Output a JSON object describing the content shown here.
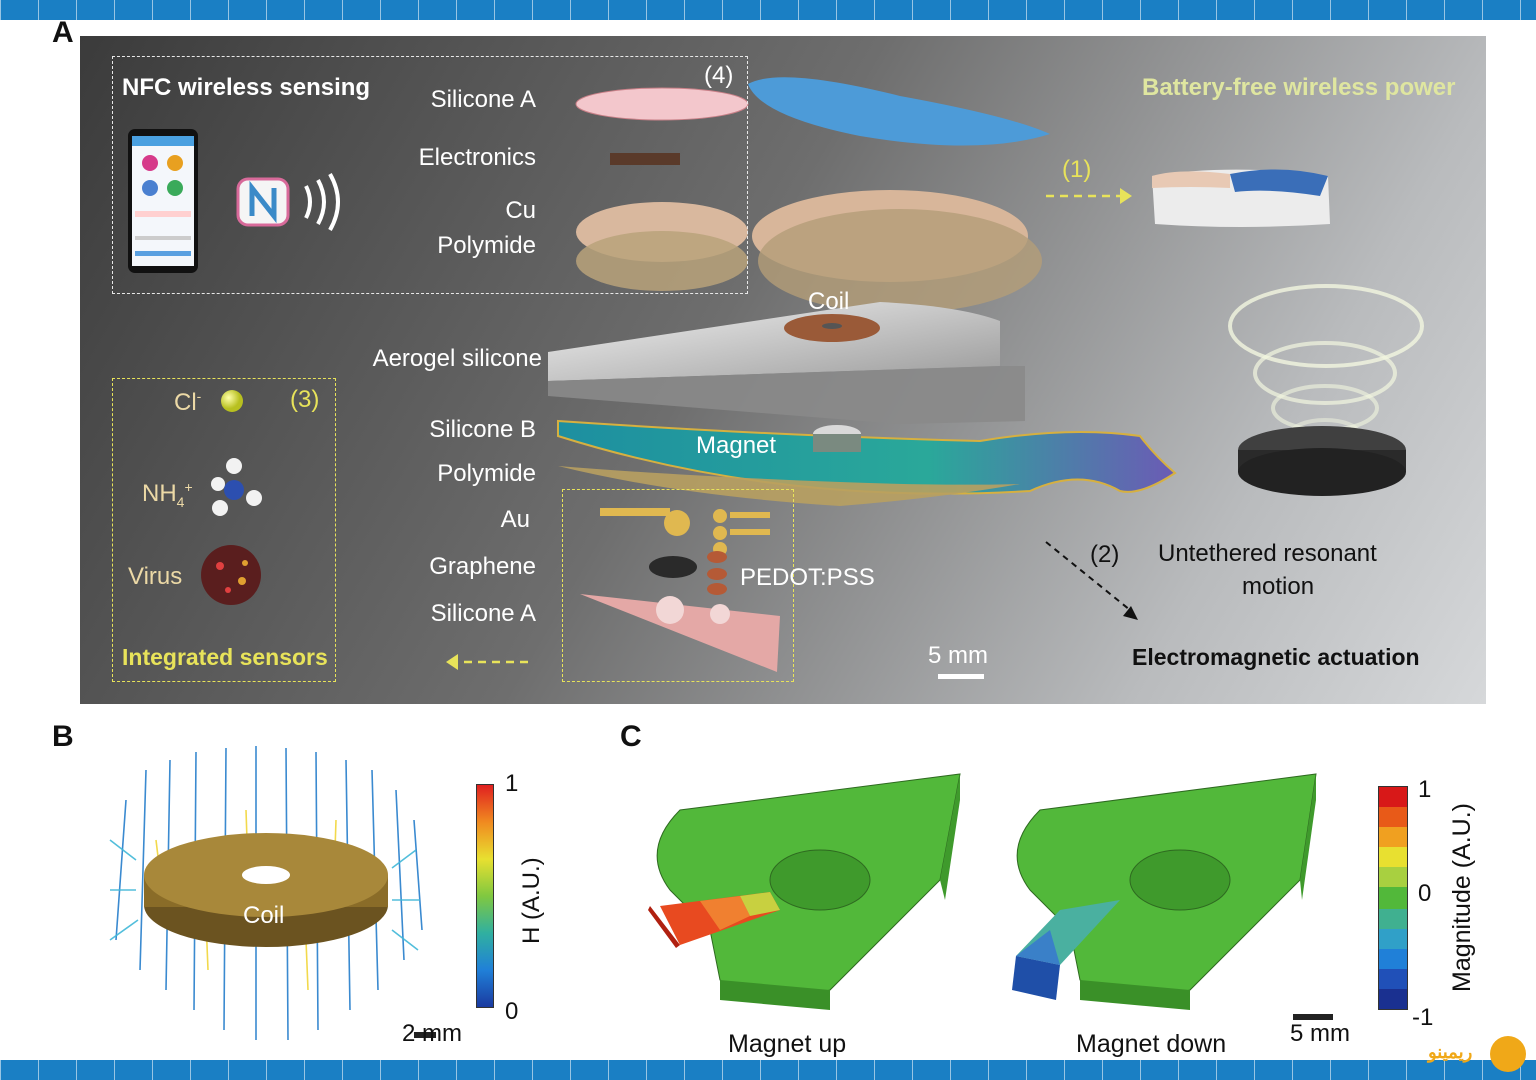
{
  "panels": {
    "a": "A",
    "b": "B",
    "c": "C"
  },
  "panel_a": {
    "nfc_title": "NFC wireless sensing",
    "battery_title": "Battery-free wireless power",
    "marker_4": "(4)",
    "marker_1": "(1)",
    "marker_2": "(2)",
    "marker_3": "(3)",
    "layers_top": [
      "Silicone A",
      "Electronics",
      "Cu",
      "Polymide"
    ],
    "coil": "Coil",
    "aerogel": "Aerogel silicone",
    "silicone_b": "Silicone B",
    "magnet": "Magnet",
    "polymide2": "Polymide",
    "au": "Au",
    "graphene": "Graphene",
    "silicone_a2": "Silicone A",
    "pedot": "PEDOT:PSS",
    "cl": "Cl",
    "cl_sup": "-",
    "nh": "NH",
    "nh_sub": "4",
    "nh_sup": "+",
    "virus": "Virus",
    "integrated": "Integrated sensors",
    "untethered_line1": "Untethered resonant",
    "untethered_line2": "motion",
    "actuation": "Electromagnetic actuation",
    "scale": "5 mm",
    "colors": {
      "yellow": "#e8e35a",
      "light_yellow": "#dfe6a0"
    }
  },
  "panel_b": {
    "coil": "Coil",
    "colorbar_label": "H (A.U.)",
    "cb_max": "1",
    "cb_min": "0",
    "scale": "2 mm"
  },
  "panel_c": {
    "left_label": "Magnet up",
    "right_label": "Magnet down",
    "scale": "5 mm",
    "colorbar_label": "Magnitude (A.U.)",
    "cb_max": "1",
    "cb_mid": "0",
    "cb_min": "-1"
  },
  "watermark": {
    "text": "ریمینو"
  }
}
